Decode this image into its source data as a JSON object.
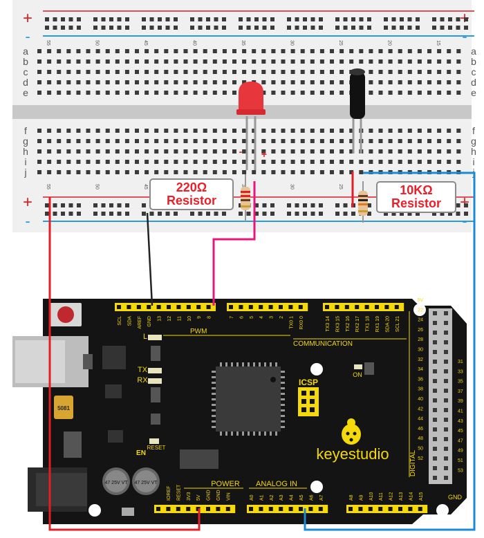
{
  "breadboard": {
    "plus_sign": "+",
    "minus_sign": "-",
    "row_letters_top": [
      "a",
      "b",
      "c",
      "d",
      "e"
    ],
    "row_letters_bottom": [
      "f",
      "g",
      "h",
      "i",
      "j"
    ],
    "column_numbers": [
      "55",
      "50",
      "45",
      "40",
      "35",
      "30",
      "25",
      "20",
      "15"
    ],
    "led_minus": "-",
    "led_plus": "+"
  },
  "callouts": {
    "resistor_220": {
      "value": "220Ω",
      "name": "Resistor"
    },
    "resistor_10k": {
      "value": "10KΩ",
      "name": "Resistor"
    }
  },
  "board": {
    "brand": "keyestudio",
    "pwm": "PWM",
    "communication": "COMMUNICATION",
    "power": "POWER",
    "analog_in": "ANALOG IN",
    "digital": "DIGITAL",
    "icsp": "ICSP",
    "l": "L",
    "tx": "TX",
    "rx": "RX",
    "on": "ON",
    "en": "EN",
    "reset": "RESET",
    "chip_label": "5081",
    "cap_label": "47 25V VT",
    "top_header_left": [
      "SCL",
      "SDA",
      "AREF",
      "GND",
      "13",
      "12",
      "11",
      "10",
      "9",
      "8"
    ],
    "top_header_mid": [
      "7",
      "6",
      "5",
      "4",
      "3",
      "2",
      "TX0 1",
      "RX0 0"
    ],
    "top_header_right": [
      "TX3 14",
      "RX3 15",
      "TX2 16",
      "RX2 17",
      "TX1 18",
      "RX1 19",
      "SDA 20",
      "SCL 21"
    ],
    "power_header": [
      "IOREF",
      "RESET",
      "3V3",
      "5V",
      "GND",
      "GND",
      "VIN"
    ],
    "analog_left": [
      "A0",
      "A1",
      "A2",
      "A3",
      "A4",
      "A5",
      "A6",
      "A7"
    ],
    "analog_right": [
      "A8",
      "A9",
      "A10",
      "A11",
      "A12",
      "A13",
      "A14",
      "A15"
    ],
    "right_left_col": [
      "5V",
      "22",
      "24",
      "26",
      "28",
      "30",
      "32",
      "34",
      "36",
      "38",
      "40",
      "42",
      "44",
      "46",
      "48",
      "50",
      "52"
    ],
    "right_right_col": [
      "31",
      "33",
      "35",
      "37",
      "39",
      "41",
      "43",
      "45",
      "47",
      "49",
      "51",
      "53"
    ],
    "gnd": "GND"
  },
  "wire_colors": {
    "red": "#e01f26",
    "black": "#222222",
    "pink": "#e5177e",
    "blue": "#1a8ad4"
  }
}
